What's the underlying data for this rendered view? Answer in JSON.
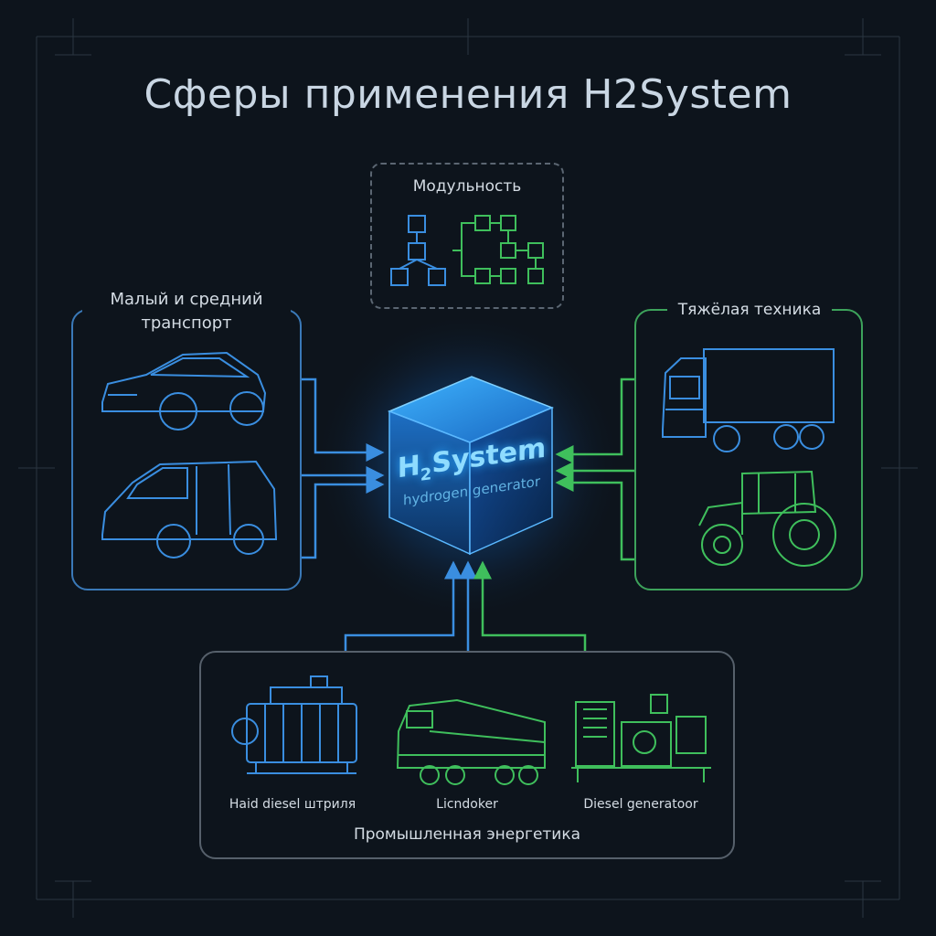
{
  "title": "Сферы применения H2System",
  "cube": {
    "brand_prefix": "H",
    "brand_subscript": "2",
    "brand_suffix": "System",
    "tagline": "hydrogen generator"
  },
  "modules": {
    "label": "Модульность"
  },
  "left_group": {
    "line1": "Малый и средний",
    "line2": "транспорт"
  },
  "right_group": {
    "label": "Тяжёлая техника"
  },
  "bottom_group": {
    "label": "Промышленная энергетика",
    "items": [
      "Haid diesel штриля",
      "Licndoker",
      "Diesel generatoor"
    ]
  },
  "colors": {
    "blue": "#3a8ee0",
    "green": "#3fbf5c",
    "cube_glow": "#1e8fff",
    "grey": "#56606b"
  },
  "icons": [
    "sedan-icon",
    "van-icon",
    "truck-icon",
    "tractor-icon",
    "diesel-engine-icon",
    "locomotive-icon",
    "generator-icon",
    "modules-icon"
  ]
}
